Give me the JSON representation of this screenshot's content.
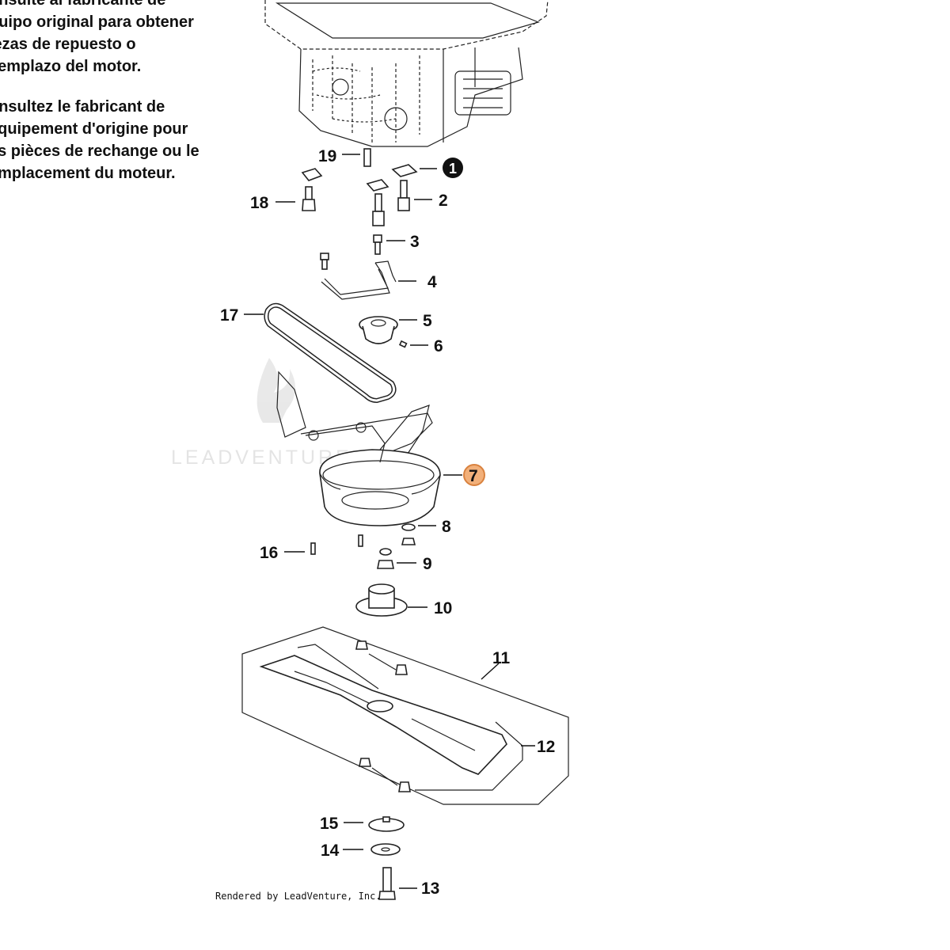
{
  "notes": {
    "spanish_lines": [
      "onsulte al fabricante de",
      "quipo original para obtener",
      "iezas de repuesto o",
      "eemplazo del motor."
    ],
    "french_lines": [
      "onsultez le fabricant de",
      "équipement d'origine pour",
      "es pièces de rechange ou le",
      "emplacement du moteur."
    ]
  },
  "callouts": {
    "c1": "1",
    "c2": "2",
    "c3": "3",
    "c4": "4",
    "c5": "5",
    "c6": "6",
    "c7": "7",
    "c8": "8",
    "c9": "9",
    "c10": "10",
    "c11": "11",
    "c12": "12",
    "c13": "13",
    "c14": "14",
    "c15": "15",
    "c16": "16",
    "c17": "17",
    "c18": "18",
    "c19": "19"
  },
  "highlight": {
    "callout": "7",
    "fill": "#f2b07a",
    "stroke": "#d9823f"
  },
  "watermark": "LEADVENTURE",
  "credit": "Rendered by LeadVenture, Inc."
}
